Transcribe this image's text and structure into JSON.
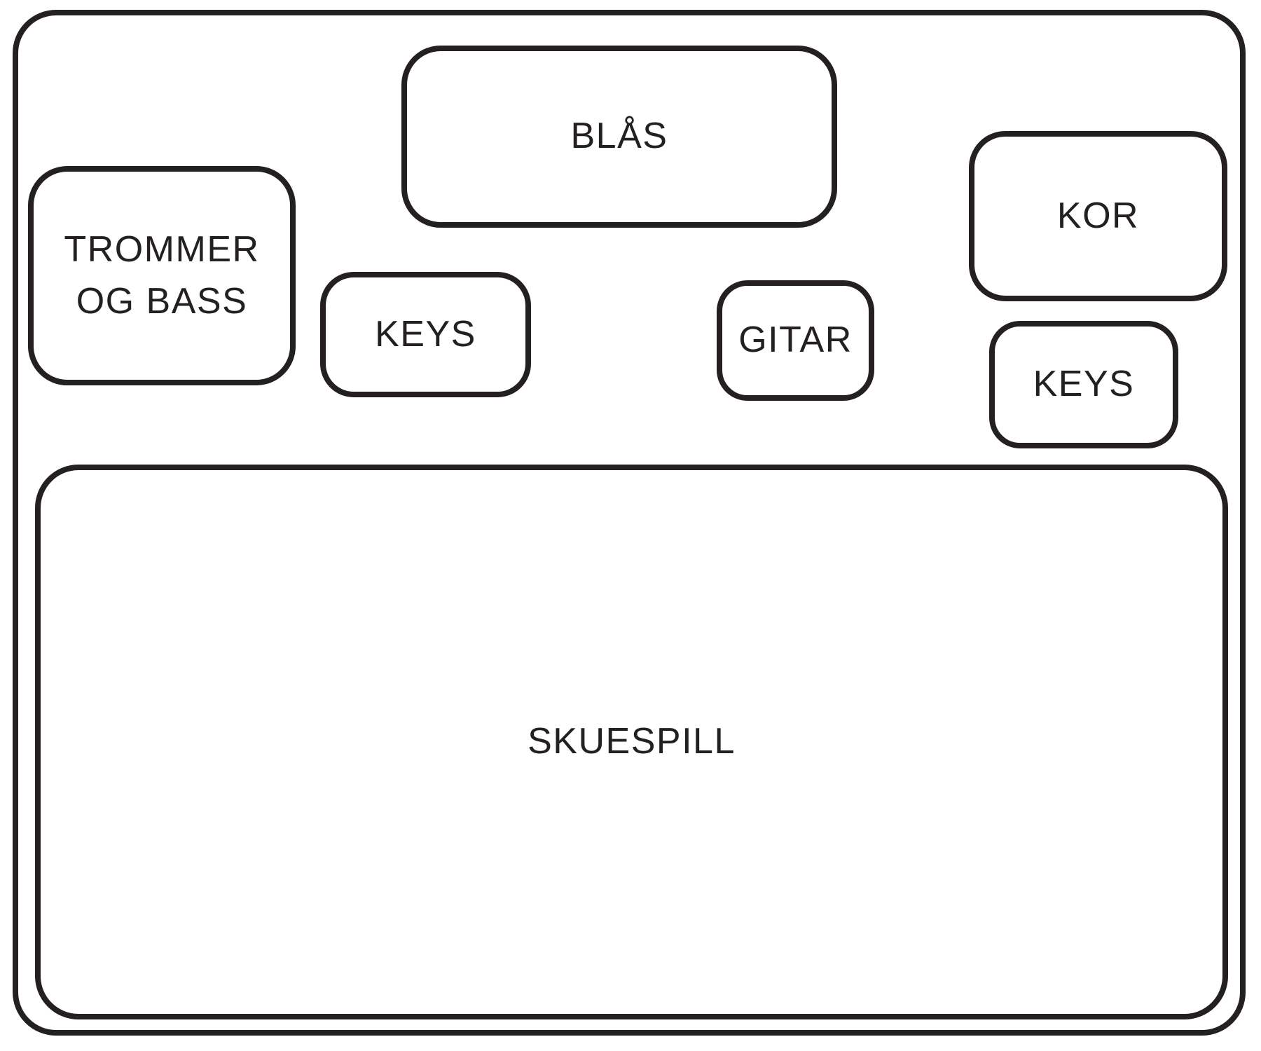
{
  "diagram": {
    "type": "stage-plot",
    "colors": {
      "stroke": "#242021",
      "text": "#242021",
      "background": "#ffffff"
    },
    "zones": {
      "blas": {
        "label": "BLÅS"
      },
      "trommer": {
        "label": "TROMMER\nOG BASS"
      },
      "keys_left": {
        "label": "KEYS"
      },
      "gitar": {
        "label": "GITAR"
      },
      "kor": {
        "label": "KOR"
      },
      "keys_right": {
        "label": "KEYS"
      },
      "skuespill": {
        "label": "SKUESPILL"
      }
    }
  }
}
